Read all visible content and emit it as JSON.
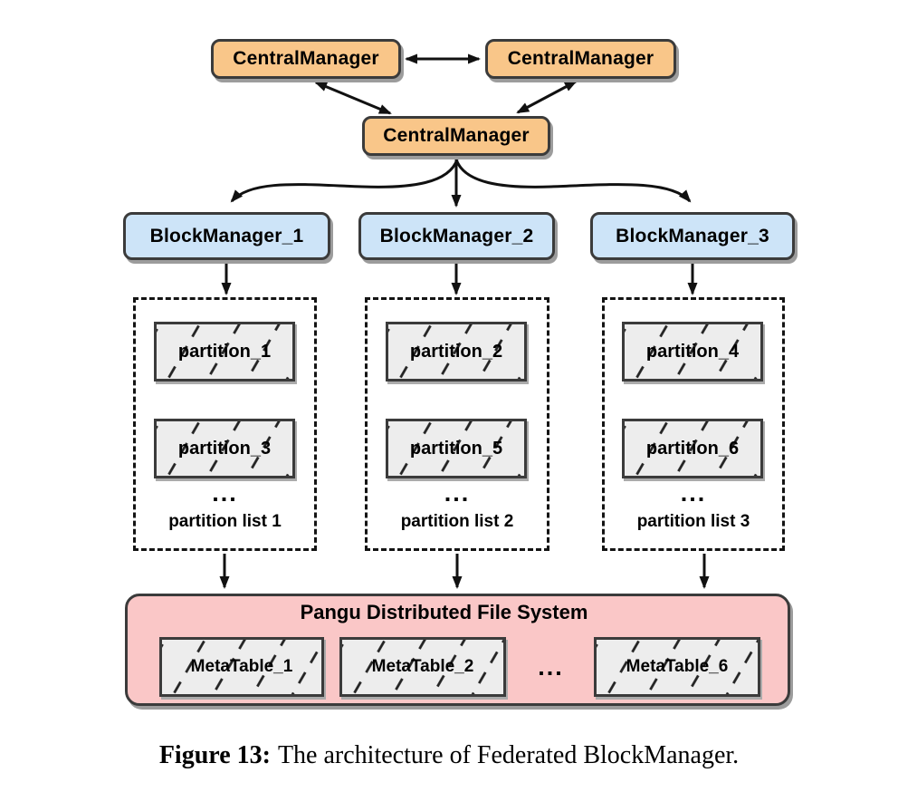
{
  "central_managers": [
    {
      "label": "CentralManager"
    },
    {
      "label": "CentralManager"
    },
    {
      "label": "CentralManager"
    }
  ],
  "block_managers": [
    {
      "label": "BlockManager_1"
    },
    {
      "label": "BlockManager_2"
    },
    {
      "label": "BlockManager_3"
    }
  ],
  "partition_lists": [
    {
      "label": "partition list 1",
      "ellipsis": "...",
      "partitions": [
        {
          "label": "partition_1"
        },
        {
          "label": "partition_3"
        }
      ]
    },
    {
      "label": "partition list 2",
      "ellipsis": "...",
      "partitions": [
        {
          "label": "partition_2"
        },
        {
          "label": "partition_5"
        }
      ]
    },
    {
      "label": "partition list 3",
      "ellipsis": "...",
      "partitions": [
        {
          "label": "partition_4"
        },
        {
          "label": "partition_6"
        }
      ]
    }
  ],
  "storage": {
    "title": "Pangu Distributed File System",
    "ellipsis": "...",
    "meta_tables": [
      {
        "label": "MetaTable_1"
      },
      {
        "label": "MetaTable_2"
      },
      {
        "label": "MetaTable_6"
      }
    ]
  },
  "caption": {
    "prefix": "Figure 13:",
    "text": "The architecture of Federated BlockManager."
  },
  "colors": {
    "central_manager_fill": "#F9C689",
    "block_manager_fill": "#CDE4F8",
    "storage_fill": "#FAC7C7",
    "hatch_fill": "#EDEDED",
    "outline": "#3B3B3B",
    "arrow": "#111111"
  }
}
